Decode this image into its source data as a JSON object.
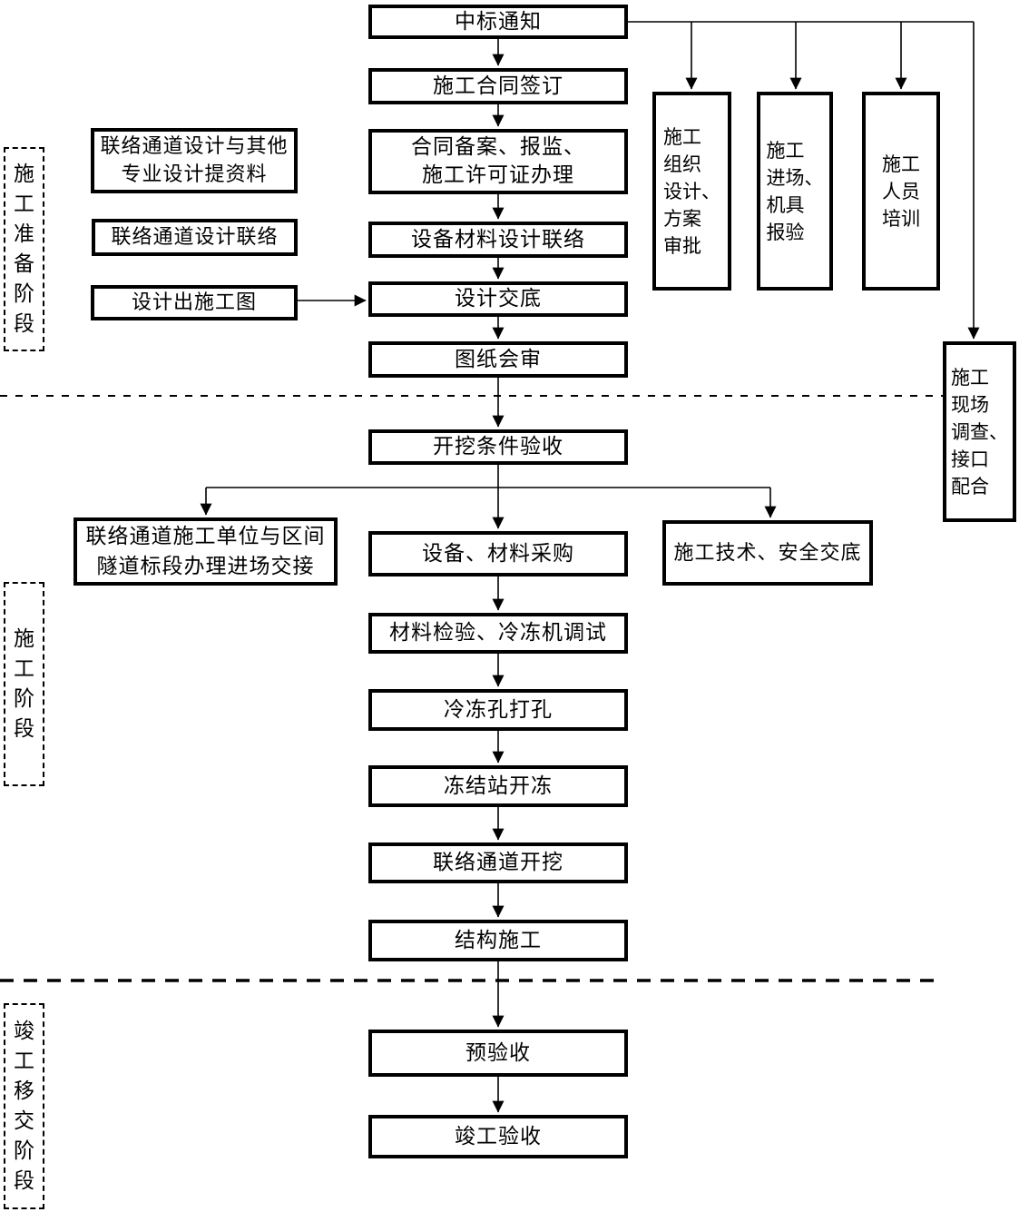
{
  "phases": {
    "prep": "施\n工\n准\n备\n阶\n段",
    "construction": "施\n工\n阶\n段",
    "handover": "竣\n工\n移\n交\n阶\n段"
  },
  "main_flow": {
    "bid_notice": "中标通知",
    "contract_signing": "施工合同签订",
    "contract_filing": "合同备案、报监、\n施工许可证办理",
    "equipment_design_liaison": "设备材料设计联络",
    "design_disclosure": "设计交底",
    "drawing_review": "图纸会审",
    "excavation_condition_acceptance": "开挖条件验收",
    "equipment_material_procurement": "设备、材料采购",
    "material_inspection": "材料检验、冷冻机调试",
    "freezing_hole_drilling": "冷冻孔打孔",
    "freezing_station_start": "冻结站开冻",
    "passage_excavation": "联络通道开挖",
    "structure_construction": "结构施工",
    "pre_acceptance": "预验收",
    "completion_acceptance": "竣工验收"
  },
  "left_flow": {
    "design_data_provision": "联络通道设计与其他\n专业设计提资料",
    "design_liaison": "联络通道设计联络",
    "construction_drawing": "设计出施工图"
  },
  "branches": {
    "site_handover": "联络通道施工单位与区间\n隧道标段办理进场交接",
    "tech_safety_disclosure": "施工技术、安全交底"
  },
  "side_tasks": {
    "org_design_approval": "施工\n组织\n设计、\n方案\n审批",
    "entry_equipment_inspection": "施工\n进场、\n机具\n报验",
    "personnel_training": "施工\n人员\n培训",
    "site_survey_interface": "施工\n现场\n调查、\n接口\n配合"
  },
  "colors": {
    "line": "#000000",
    "background": "#ffffff",
    "box_border": "#000000"
  }
}
